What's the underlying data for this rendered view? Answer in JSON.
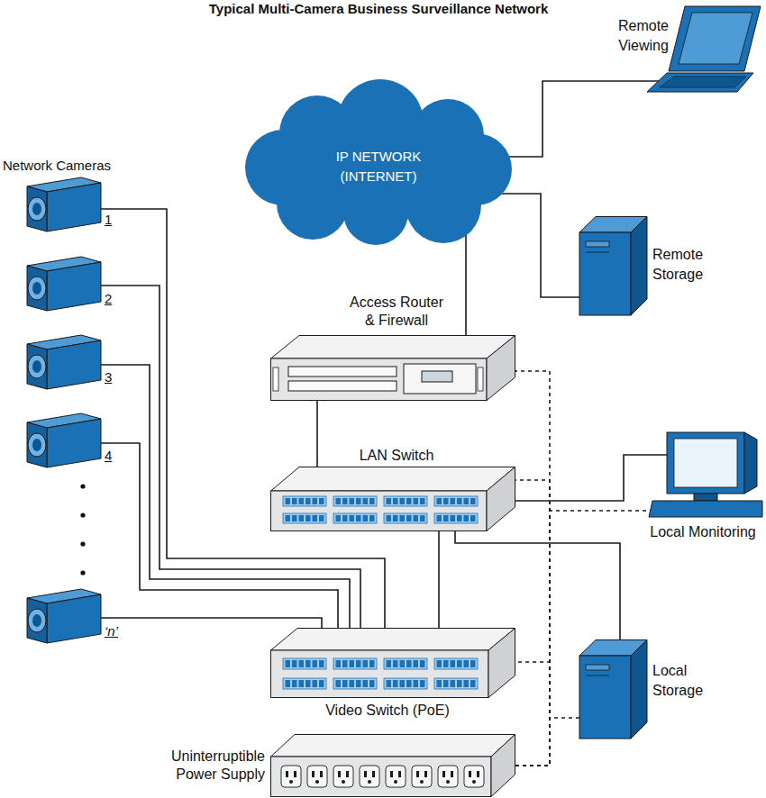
{
  "diagram": {
    "title": "Typical Multi-Camera Business Surveillance Network",
    "nodes": [
      {
        "text": [
          "IP NETWORK (INTERNET)"
        ]
      },
      {
        "text": [
          "Remote Viewing"
        ]
      },
      {
        "text": [
          "Remote Storage"
        ]
      },
      {
        "text": [
          "1"
        ]
      },
      {
        "text": [
          "2"
        ]
      },
      {
        "text": [
          "3"
        ]
      },
      {
        "text": [
          "4"
        ]
      },
      {
        "text": [
          "‘n’"
        ]
      },
      {
        "text": [
          "Access Router & Firewall"
        ]
      },
      {
        "text": [
          "LAN Switch"
        ]
      },
      {
        "text": [
          "Local Monitoring"
        ]
      },
      {
        "text": [
          "Video Switch (PoE)"
        ]
      },
      {
        "text": [
          "Local Storage"
        ]
      },
      {
        "text": [
          "Uninterruptible Power Supply"
        ]
      }
    ],
    "edges": [
      {
        "from": 0,
        "to": 1,
        "arrow": "none"
      },
      {
        "from": 0,
        "to": 2,
        "arrow": "none"
      },
      {
        "from": 0,
        "to": 8,
        "arrow": "none"
      },
      {
        "from": 8,
        "to": 9,
        "arrow": "none"
      },
      {
        "from": 9,
        "to": 10,
        "arrow": "none"
      },
      {
        "from": 9,
        "to": 12,
        "arrow": "none"
      },
      {
        "from": 9,
        "to": 11,
        "arrow": "none"
      },
      {
        "from": 3,
        "to": 11,
        "arrow": "none"
      },
      {
        "from": 4,
        "to": 11,
        "arrow": "none"
      },
      {
        "from": 5,
        "to": 11,
        "arrow": "none"
      },
      {
        "from": 6,
        "to": 11,
        "arrow": "none"
      },
      {
        "from": 7,
        "to": 11,
        "arrow": "none"
      },
      {
        "from": 13,
        "to": 8,
        "arrow": "none"
      },
      {
        "from": 13,
        "to": 9,
        "arrow": "none"
      },
      {
        "from": 13,
        "to": 10,
        "arrow": "none"
      },
      {
        "from": 13,
        "to": 11,
        "arrow": "none"
      },
      {
        "from": 13,
        "to": 12,
        "arrow": "none"
      }
    ],
    "labels": [
      "Network Cameras"
    ]
  }
}
